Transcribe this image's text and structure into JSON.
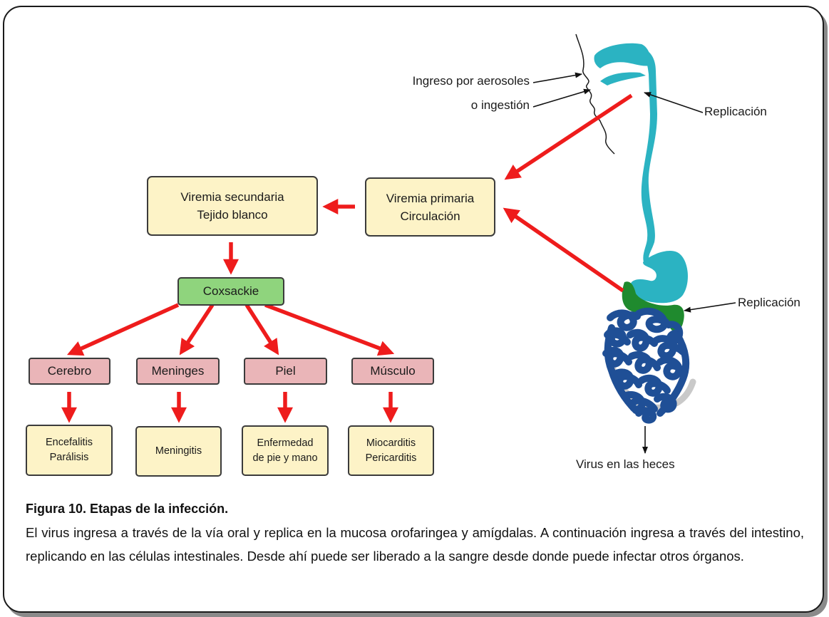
{
  "diagram": {
    "labels": {
      "entry_line1": "Ingreso por aerosoles",
      "entry_line2": "o ingestión",
      "replication_upper": "Replicación",
      "replication_lower": "Replicación",
      "feces": "Virus en las heces"
    },
    "boxes": {
      "primary_viremia": [
        "Viremia primaria",
        "Circulación"
      ],
      "secondary_viremia": [
        "Viremia secundaria",
        "Tejido blanco"
      ],
      "virus": "Coxsackie",
      "targets": [
        "Cerebro",
        "Meninges",
        "Piel",
        "Músculo"
      ],
      "diseases": [
        [
          "Encefalitis",
          "Parálisis"
        ],
        [
          "Meningitis"
        ],
        [
          "Enfermedad",
          "de pie y mano"
        ],
        [
          "Miocarditis",
          "Pericarditis"
        ]
      ]
    },
    "colors": {
      "arrow": "#ee1c1c",
      "yellow_box": "#fdf3c7",
      "green_box": "#8fd47d",
      "pink_box": "#eab5b8",
      "tract": "#2bb3c2",
      "tonsil_intestine_upper": "#1f8a2e",
      "intestine": "#1f4f96"
    }
  },
  "caption": {
    "title": "Figura 10. Etapas de la infección.",
    "body": "El virus ingresa a través de la vía oral y replica en la mucosa orofaringea y amígdalas. A continuación ingresa a través del intestino, replicando en las células intestinales. Desde ahí puede ser liberado a la sangre desde donde puede infectar otros órganos."
  }
}
